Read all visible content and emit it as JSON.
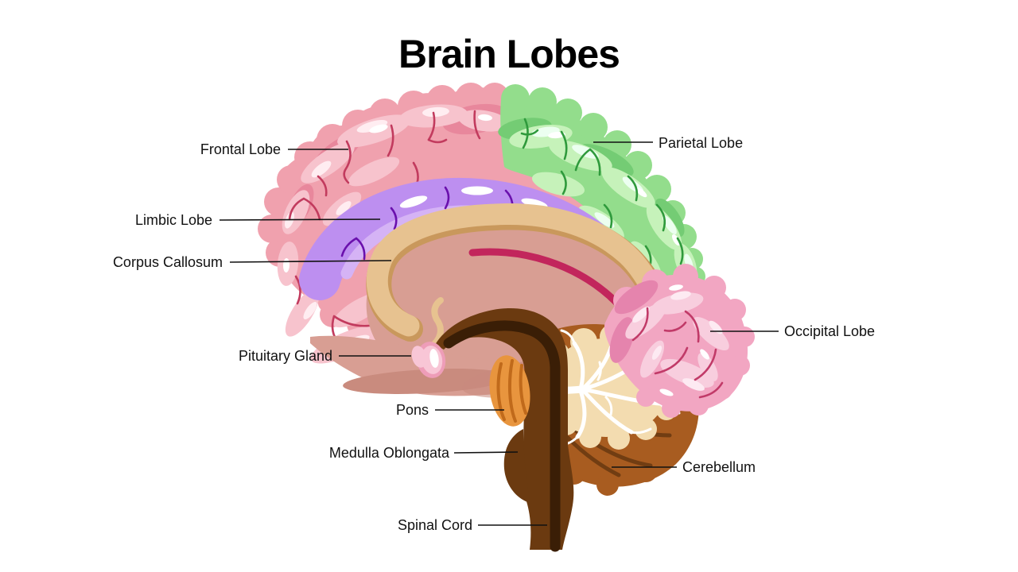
{
  "title": "Brain Lobes",
  "labels": [
    {
      "id": "frontal-lobe",
      "text": "Frontal Lobe"
    },
    {
      "id": "parietal-lobe",
      "text": "Parietal Lobe"
    },
    {
      "id": "limbic-lobe",
      "text": "Limbic Lobe"
    },
    {
      "id": "corpus-callosum",
      "text": "Corpus Callosum"
    },
    {
      "id": "occipital-lobe",
      "text": "Occipital Lobe"
    },
    {
      "id": "pituitary-gland",
      "text": "Pituitary Gland"
    },
    {
      "id": "pons",
      "text": "Pons"
    },
    {
      "id": "medulla-oblongata",
      "text": "Medulla Oblongata"
    },
    {
      "id": "cerebellum",
      "text": "Cerebellum"
    },
    {
      "id": "spinal-cord",
      "text": "Spinal Cord"
    }
  ],
  "colors": {
    "background": "#ffffff",
    "title_text": "#000000",
    "label_text": "#111111",
    "leader_line": "#111111",
    "frontal": "#f0a1ae",
    "frontal_gyri": "#f7c3cd",
    "frontal_shade": "#e8879c",
    "frontal_highlight": "#ffedf1",
    "frontal_sulci": "#c23b5e",
    "parietal": "#93dd8c",
    "parietal_gyri": "#c6f2ba",
    "parietal_shade": "#74cc74",
    "parietal_highlight": "#ecfff0",
    "parietal_sulci": "#2f9a3c",
    "limbic": "#bd8ff0",
    "limbic_light": "#d5b3f5",
    "limbic_sulci": "#6a10ad",
    "corpus_callosum": "#e7c290",
    "corpus_callosum_shadow": "#c9985c",
    "inner_brain": "#d89e93",
    "inner_brain_shadow": "#c98b7e",
    "crimson_arc": "#c2265c",
    "occipital": "#f2a6c2",
    "occipital_gyri": "#f8cede",
    "occipital_shade": "#e584ad",
    "occipital_highlight": "#fdeaf2",
    "occipital_sulci": "#c13a68",
    "brainstem": "#6b3a10",
    "brainstem_core": "#3a1e06",
    "pons": "#e8953e",
    "pons_lines": "#c06a1b",
    "cerebellum": "#a85c20",
    "cerebellum_lines": "#713d12",
    "arbor_vitae": "#f3dcb0",
    "arbor_branches": "#ffffff",
    "pituitary_outer": "#ee9db8",
    "pituitary_inner": "#f8c6d6",
    "white_highlight": "#ffffff"
  }
}
